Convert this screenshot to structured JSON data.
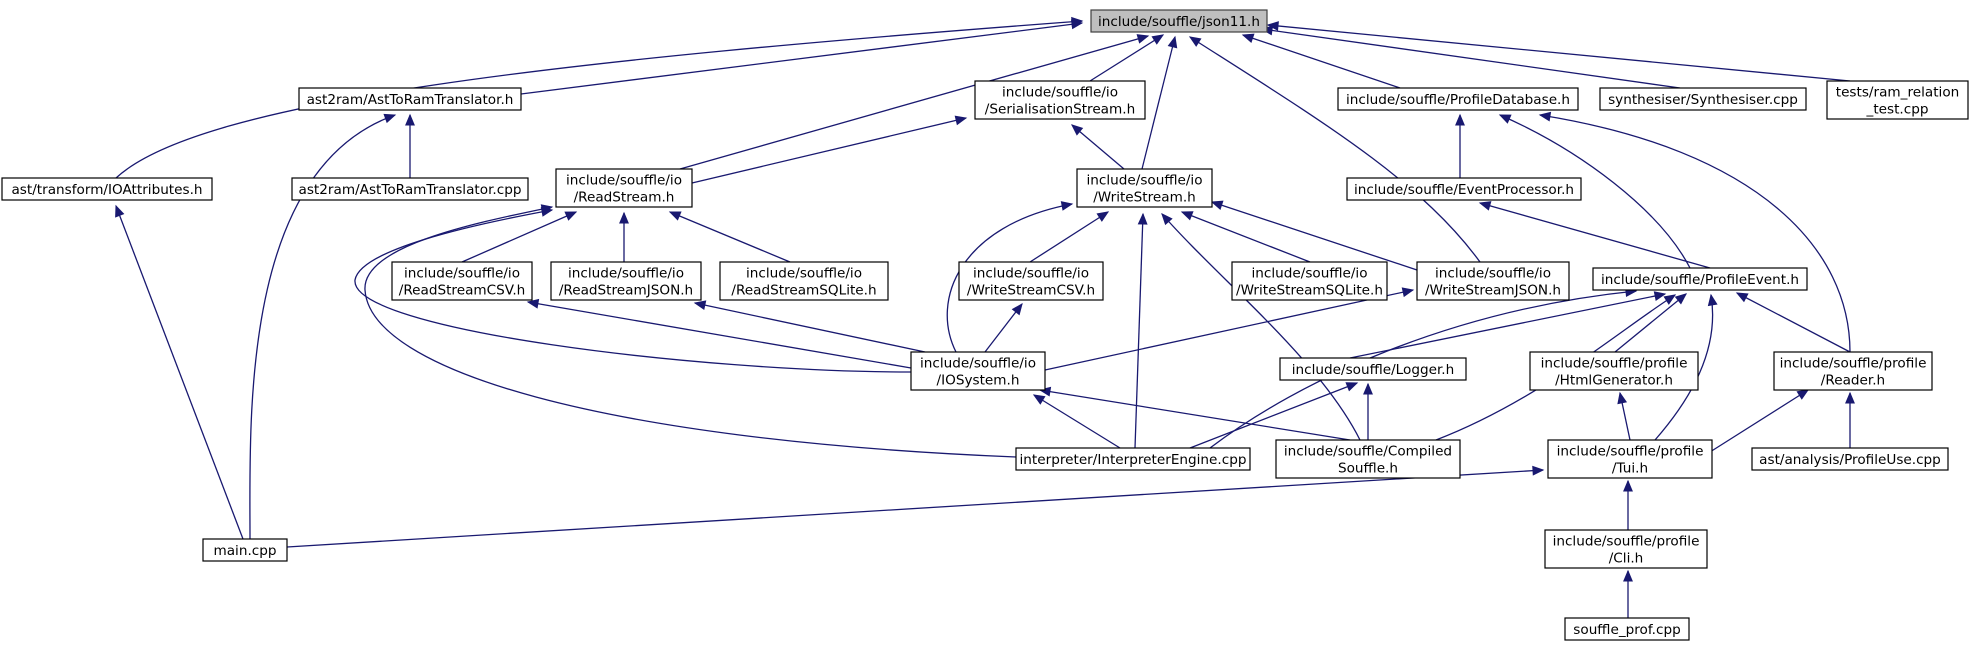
{
  "graph": {
    "colors": {
      "edge": "#191970",
      "node_border": "#000000",
      "root_fill": "#bfbfbf",
      "background": "#ffffff"
    },
    "nodes": {
      "json11": {
        "lines": [
          "include/souffle/json11.h"
        ],
        "root": true
      },
      "ioattributes": {
        "lines": [
          "ast/transform/IOAttributes.h"
        ]
      },
      "asttoram_h": {
        "lines": [
          "ast2ram/AstToRamTranslator.h"
        ]
      },
      "asttoram_cpp": {
        "lines": [
          "ast2ram/AstToRamTranslator.cpp"
        ]
      },
      "serialisationstream": {
        "lines": [
          "include/souffle/io",
          "/SerialisationStream.h"
        ]
      },
      "profiledatabase": {
        "lines": [
          "include/souffle/ProfileDatabase.h"
        ]
      },
      "synthesiser": {
        "lines": [
          "synthesiser/Synthesiser.cpp"
        ]
      },
      "ram_relation_test": {
        "lines": [
          "tests/ram_relation",
          "_test.cpp"
        ]
      },
      "readstream": {
        "lines": [
          "include/souffle/io",
          "/ReadStream.h"
        ]
      },
      "writestream": {
        "lines": [
          "include/souffle/io",
          "/WriteStream.h"
        ]
      },
      "eventprocessor": {
        "lines": [
          "include/souffle/EventProcessor.h"
        ]
      },
      "readstreamcsv": {
        "lines": [
          "include/souffle/io",
          "/ReadStreamCSV.h"
        ]
      },
      "readstreamjson": {
        "lines": [
          "include/souffle/io",
          "/ReadStreamJSON.h"
        ]
      },
      "readstreamsqlite": {
        "lines": [
          "include/souffle/io",
          "/ReadStreamSQLite.h"
        ]
      },
      "writestreamcsv": {
        "lines": [
          "include/souffle/io",
          "/WriteStreamCSV.h"
        ]
      },
      "writestreamsqlite": {
        "lines": [
          "include/souffle/io",
          "/WriteStreamSQLite.h"
        ]
      },
      "writestreamjson": {
        "lines": [
          "include/souffle/io",
          "/WriteStreamJSON.h"
        ]
      },
      "profileevent": {
        "lines": [
          "include/souffle/ProfileEvent.h"
        ]
      },
      "iosystem": {
        "lines": [
          "include/souffle/io",
          "/IOSystem.h"
        ]
      },
      "logger": {
        "lines": [
          "include/souffle/Logger.h"
        ]
      },
      "htmlgenerator": {
        "lines": [
          "include/souffle/profile",
          "/HtmlGenerator.h"
        ]
      },
      "reader": {
        "lines": [
          "include/souffle/profile",
          "/Reader.h"
        ]
      },
      "interpreterengine": {
        "lines": [
          "interpreter/InterpreterEngine.cpp"
        ]
      },
      "compiledsouffle": {
        "lines": [
          "include/souffle/Compiled",
          "Souffle.h"
        ]
      },
      "tui": {
        "lines": [
          "include/souffle/profile",
          "/Tui.h"
        ]
      },
      "profileuse": {
        "lines": [
          "ast/analysis/ProfileUse.cpp"
        ]
      },
      "main": {
        "lines": [
          "main.cpp"
        ]
      },
      "cli": {
        "lines": [
          "include/souffle/profile",
          "/Cli.h"
        ]
      },
      "souffle_prof": {
        "lines": [
          "souffle_prof.cpp"
        ]
      }
    },
    "edges": [
      [
        "ioattributes",
        "json11"
      ],
      [
        "asttoram_h",
        "json11"
      ],
      [
        "serialisationstream",
        "json11"
      ],
      [
        "profiledatabase",
        "json11"
      ],
      [
        "synthesiser",
        "json11"
      ],
      [
        "ram_relation_test",
        "json11"
      ],
      [
        "readstream",
        "json11"
      ],
      [
        "writestream",
        "json11"
      ],
      [
        "writestreamjson",
        "json11"
      ],
      [
        "asttoram_cpp",
        "asttoram_h"
      ],
      [
        "main",
        "asttoram_h"
      ],
      [
        "readstream",
        "serialisationstream"
      ],
      [
        "writestream",
        "serialisationstream"
      ],
      [
        "eventprocessor",
        "profiledatabase"
      ],
      [
        "profileevent",
        "profiledatabase"
      ],
      [
        "reader",
        "profiledatabase"
      ],
      [
        "main",
        "ioattributes"
      ],
      [
        "readstreamcsv",
        "readstream"
      ],
      [
        "readstreamjson",
        "readstream"
      ],
      [
        "readstreamsqlite",
        "readstream"
      ],
      [
        "iosystem",
        "readstream"
      ],
      [
        "interpreterengine",
        "readstream"
      ],
      [
        "writestreamcsv",
        "writestream"
      ],
      [
        "writestreamsqlite",
        "writestream"
      ],
      [
        "writestreamjson",
        "writestream"
      ],
      [
        "iosystem",
        "writestream"
      ],
      [
        "interpreterengine",
        "writestream"
      ],
      [
        "compiledsouffle",
        "writestream"
      ],
      [
        "profileevent",
        "eventprocessor"
      ],
      [
        "iosystem",
        "readstreamcsv"
      ],
      [
        "iosystem",
        "readstreamjson"
      ],
      [
        "iosystem",
        "writestreamcsv"
      ],
      [
        "iosystem",
        "writestreamjson"
      ],
      [
        "interpreterengine",
        "iosystem"
      ],
      [
        "compiledsouffle",
        "iosystem"
      ],
      [
        "logger",
        "profileevent"
      ],
      [
        "htmlgenerator",
        "profileevent"
      ],
      [
        "reader",
        "profileevent"
      ],
      [
        "tui",
        "profileevent"
      ],
      [
        "interpreterengine",
        "profileevent"
      ],
      [
        "compiledsouffle",
        "profileevent"
      ],
      [
        "interpreterengine",
        "logger"
      ],
      [
        "compiledsouffle",
        "logger"
      ],
      [
        "tui",
        "htmlgenerator"
      ],
      [
        "tui",
        "reader"
      ],
      [
        "profileuse",
        "reader"
      ],
      [
        "main",
        "tui"
      ],
      [
        "cli",
        "tui"
      ],
      [
        "souffle_prof",
        "cli"
      ]
    ]
  }
}
